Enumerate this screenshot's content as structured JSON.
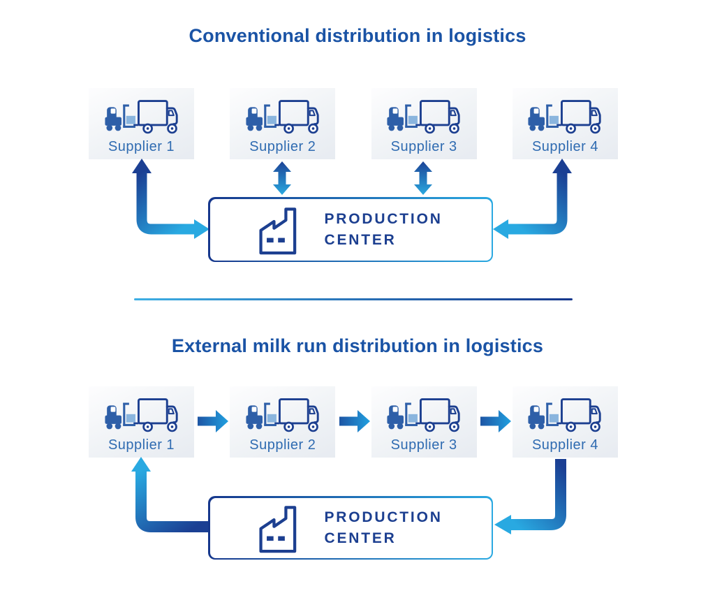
{
  "colors": {
    "title_blue": "#1a53a5",
    "navy": "#1c3f90",
    "supplier_label_blue": "#2f6bb1",
    "arrow_dark": "#1b3f93",
    "arrow_light": "#29a9e1",
    "cargo_box_light_blue": "#8ab5de"
  },
  "sections": {
    "conventional": {
      "title": "Conventional distribution in logistics",
      "suppliers": [
        "Supplier 1",
        "Supplier 2",
        "Supplier 3",
        "Supplier 4"
      ],
      "production_center": {
        "line1": "PRODUCTION",
        "line2": "CENTER"
      }
    },
    "milk_run": {
      "title": "External milk run distribution in logistics",
      "suppliers": [
        "Supplier 1",
        "Supplier 2",
        "Supplier 3",
        "Supplier 4"
      ],
      "production_center": {
        "line1": "PRODUCTION",
        "line2": "CENTER"
      }
    }
  }
}
